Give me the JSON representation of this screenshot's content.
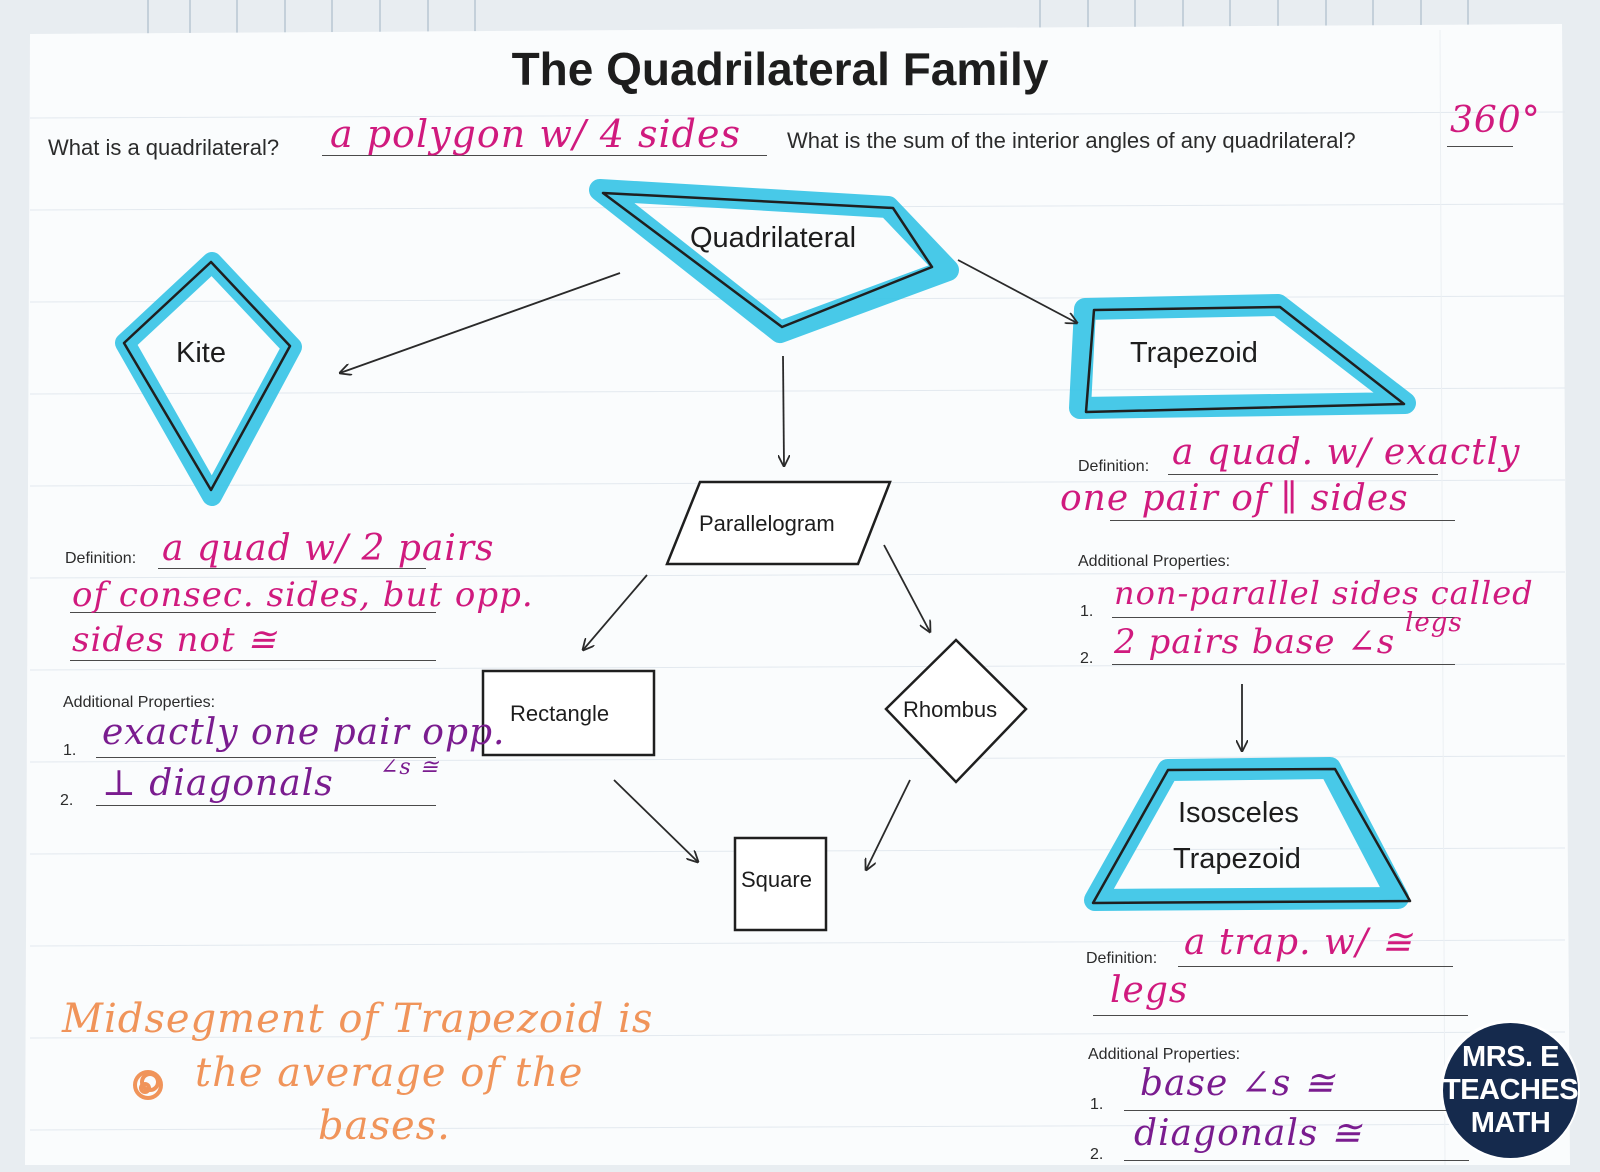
{
  "title": "The Quadrilateral Family",
  "questions": {
    "q1_label": "What is a quadrilateral?",
    "q1_answer": "a polygon w/ 4 sides",
    "q2_label": "What is the sum of the interior angles of any quadrilateral?",
    "q2_answer": "360°"
  },
  "shapes": {
    "quadrilateral": "Quadrilateral",
    "kite": "Kite",
    "trapezoid": "Trapezoid",
    "parallelogram": "Parallelogram",
    "rectangle": "Rectangle",
    "rhombus": "Rhombus",
    "square": "Square",
    "isosceles_line1": "Isosceles",
    "isosceles_line2": "Trapezoid"
  },
  "kite_section": {
    "definition_label": "Definition:",
    "definition_lines": [
      "a quad w/ 2 pairs",
      "of consec. sides, but opp.",
      "sides not ≅"
    ],
    "additional_label": "Additional Properties:",
    "properties": [
      {
        "num": "1.",
        "text": "exactly one pair opp.",
        "note": "∠s ≅"
      },
      {
        "num": "2.",
        "text": "⊥ diagonals"
      }
    ]
  },
  "trapezoid_section": {
    "definition_label": "Definition:",
    "definition_lines": [
      "a quad. w/ exactly",
      "one pair of ∥ sides"
    ],
    "additional_label": "Additional Properties:",
    "properties": [
      {
        "num": "1.",
        "text": "non-parallel sides called",
        "note": "legs"
      },
      {
        "num": "2.",
        "text": "2 pairs base ∠s"
      }
    ]
  },
  "isosceles_section": {
    "definition_label": "Definition:",
    "definition_lines": [
      "a trap. w/ ≅",
      "legs"
    ],
    "additional_label": "Additional Properties:",
    "properties": [
      {
        "num": "1.",
        "text": "base ∠s ≅"
      },
      {
        "num": "2.",
        "text": "diagonals ≅"
      }
    ]
  },
  "note": {
    "lines": [
      "Midsegment of Trapezoid is",
      "the average of the",
      "bases."
    ]
  },
  "logo": {
    "lines": [
      "MRS. E",
      "TEACHES",
      "MATH"
    ]
  },
  "colors": {
    "highlighter": "#34c3e6",
    "pink_ink": "#d01a7e",
    "purple_ink": "#7a1c8f",
    "orange_ink": "#f0945a",
    "logo_bg": "#152a4d"
  }
}
